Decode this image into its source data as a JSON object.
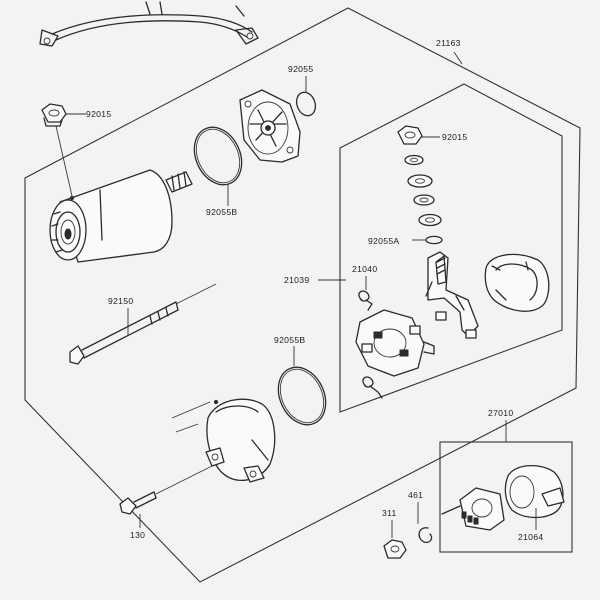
{
  "parts": {
    "p21163": "21163",
    "p92055_top": "92055",
    "p92015_left": "92015",
    "p92015_right": "92015",
    "p92055B_upper": "92055B",
    "p92055A": "92055A",
    "p21039": "21039",
    "p21040": "21040",
    "p92150": "92150",
    "p92055B_lower": "92055B",
    "p27010": "27010",
    "p461": "461",
    "p311": "311",
    "p130": "130",
    "p21064": "21064"
  }
}
